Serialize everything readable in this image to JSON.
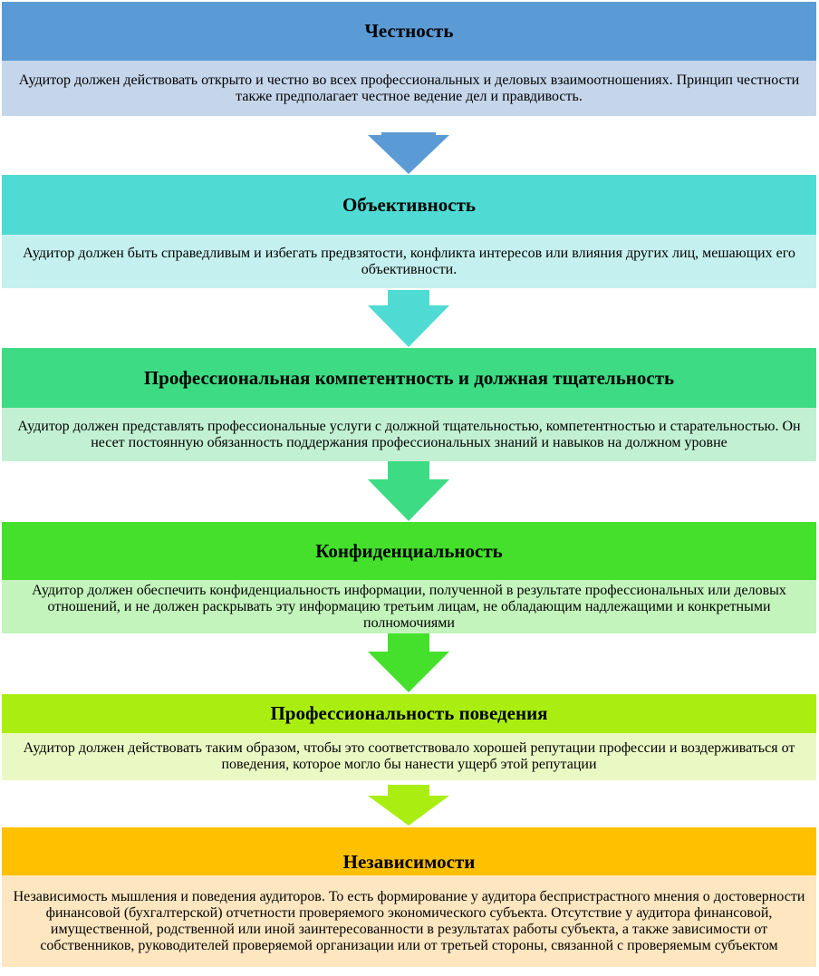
{
  "blocks": [
    {
      "title": "Честность",
      "text": "Аудитор должен действовать открыто и честно во всех профессиональных и деловых взаимоотношениях. Принцип честности также предполагает честное ведение дел и правдивость.",
      "header_color": "#5b9bd5",
      "body_color": "#c5d5ea"
    },
    {
      "title": "Объективность",
      "text": "Аудитор должен быть справедливым и избегать предвзятости, конфликта интересов или влияния других лиц, мешающих его объективности.",
      "header_color": "#4fdbd3",
      "body_color": "#c4f0ef"
    },
    {
      "title": "Профессиональная  компетентность  и должная тщательность",
      "text": "Аудитор должен представлять профессиональные услуги с должной тщательностью, компетентностью и старательностью. Он несет постоянную обязанность поддержания профессиональных знаний и навыков на должном  уровне",
      "header_color": "#3ddc84",
      "body_color": "#c2f0d3"
    },
    {
      "title": "Конфиденциальность",
      "text": "Аудитор должен обеспечить конфиденциальность информации, полученной в результате профессиональных или деловых отношений, и не должен раскрывать эту информацию третьим лицам, не обладающим надлежащими и конкретными полномочиями",
      "header_color": "#44e02c",
      "body_color": "#c3f4bc"
    },
    {
      "title": "Профессиональность  поведения",
      "text": "Аудитор должен действовать таким образом, чтобы это соответствовало хорошей репутации профессии и воздерживаться от поведения, которое могло бы нанести ущерб этой репутации",
      "header_color": "#aaee11",
      "body_color": "#eaf9c4"
    },
    {
      "title": "Независимости",
      "text": "Независимость мышления и поведения аудиторов. То есть формирование у аудитора беспристрастного мнения о достоверности финансовой (бухгалтерской) отчетности проверяемого экономического субъекта. Отсутствие у аудитора финансовой, имущественной, родственной или иной заинтересованности в результатах работы субъекта, а также зависимости от собственников, руководителей проверяемой организации или от третьей стороны, связанной с проверяемым субъектом",
      "header_color": "#ffc000",
      "body_color": "#fde6c0"
    }
  ],
  "arrows": [
    {
      "color": "#5b9bd5"
    },
    {
      "color": "#4fdbd3"
    },
    {
      "color": "#3ddc84"
    },
    {
      "color": "#44e02c"
    },
    {
      "color": "#aaee11"
    }
  ]
}
